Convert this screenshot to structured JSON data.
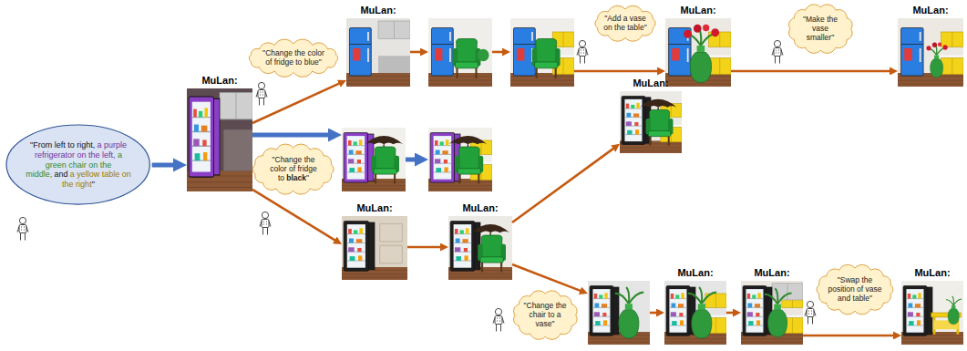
{
  "diagram": {
    "nodes": [
      {
        "text": [
          "\"From left to right,",
          "a purple refrigerator on the left,",
          "a green chair on the middle,",
          "and",
          "a yellow table on the right",
          "\""
        ]
      },
      {
        "text": [
          "MuLan:"
        ]
      },
      {
        "text": [
          "\"Change the color of fridge to blue\""
        ]
      },
      {
        "text": [
          "MuLan:"
        ]
      },
      {
        "text": [
          "\"Add a vase on the table\""
        ]
      },
      {
        "text": [
          "MuLan:"
        ]
      },
      {
        "text": [
          "\"Make the vase smaller\""
        ]
      },
      {
        "text": [
          "MuLan:"
        ]
      },
      {
        "text": [
          "\"Change the color of fridge to",
          "black",
          "\""
        ]
      },
      {
        "text": [
          "MuLan:"
        ]
      },
      {
        "text": [
          "MuLan:"
        ]
      },
      {
        "text": [
          "MuLan:"
        ]
      },
      {
        "text": [
          "\"Change the chair to a vase\""
        ]
      },
      {
        "text": [
          "MuLan:"
        ]
      },
      {
        "text": [
          "MuLan:"
        ]
      },
      {
        "text": [
          "\"Swap the position of vase and table\""
        ]
      },
      {
        "text": [
          "MuLan:"
        ]
      }
    ],
    "edges": [
      {
        "from": 0,
        "to": 1,
        "arrow": "to"
      },
      {
        "from": 1,
        "to": 3,
        "arrow": "to"
      },
      {
        "from": 1,
        "to": 9,
        "arrow": "to"
      },
      {
        "from": 9,
        "to": 10,
        "arrow": "to"
      },
      {
        "from": 10,
        "to": 11,
        "arrow": "to"
      },
      {
        "from": 5,
        "to": 7,
        "arrow": "to"
      },
      {
        "from": 13,
        "to": 14,
        "arrow": "to"
      },
      {
        "from": 14,
        "to": 16,
        "arrow": "to"
      }
    ]
  }
}
